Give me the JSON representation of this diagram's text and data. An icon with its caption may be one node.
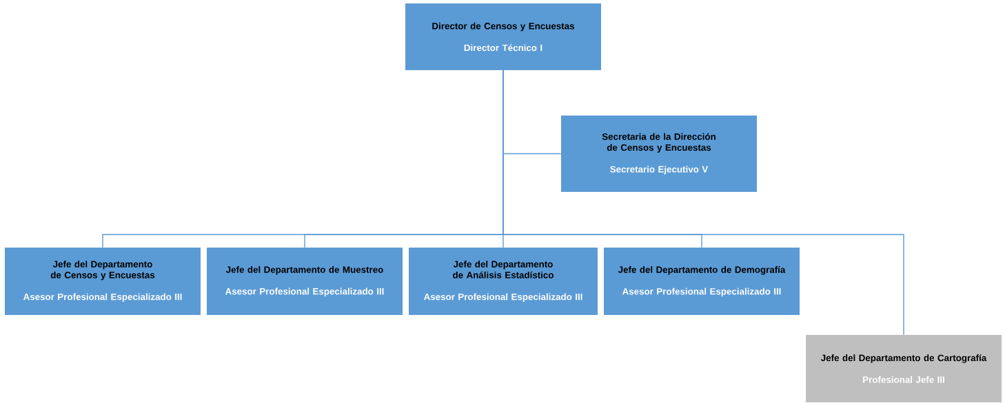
{
  "diagram": {
    "nodes": [
      {
        "text": [
          "Director de Censos y Encuestas",
          "Director Técnico I"
        ]
      },
      {
        "text": [
          "Secretaria de la Dirección de Censos y Encuestas",
          "Secretario Ejecutivo V"
        ]
      },
      {
        "text": [
          "Jefe del Departamento de Censos y Encuestas",
          "Asesor Profesional Especializado III"
        ]
      },
      {
        "text": [
          "Jefe del Departamento de Muestreo",
          "Asesor Profesional Especializado III"
        ]
      },
      {
        "text": [
          "Jefe del Departamento de Análisis Estadístico",
          "Asesor Profesional Especializado III"
        ]
      },
      {
        "text": [
          "Jefe del Departamento de Demografía",
          "Asesor Profesional Especializado III"
        ]
      },
      {
        "text": [
          "Jefe del Departamento de Cartografía",
          "Profesional Jefe III"
        ]
      }
    ],
    "edges": [
      {
        "from": 0,
        "to": 1,
        "arrow": "none"
      },
      {
        "from": 0,
        "to": 2,
        "arrow": "none"
      },
      {
        "from": 0,
        "to": 3,
        "arrow": "none"
      },
      {
        "from": 0,
        "to": 4,
        "arrow": "none"
      },
      {
        "from": 0,
        "to": 5,
        "arrow": "none"
      },
      {
        "from": 0,
        "to": 6,
        "arrow": "none"
      }
    ]
  }
}
